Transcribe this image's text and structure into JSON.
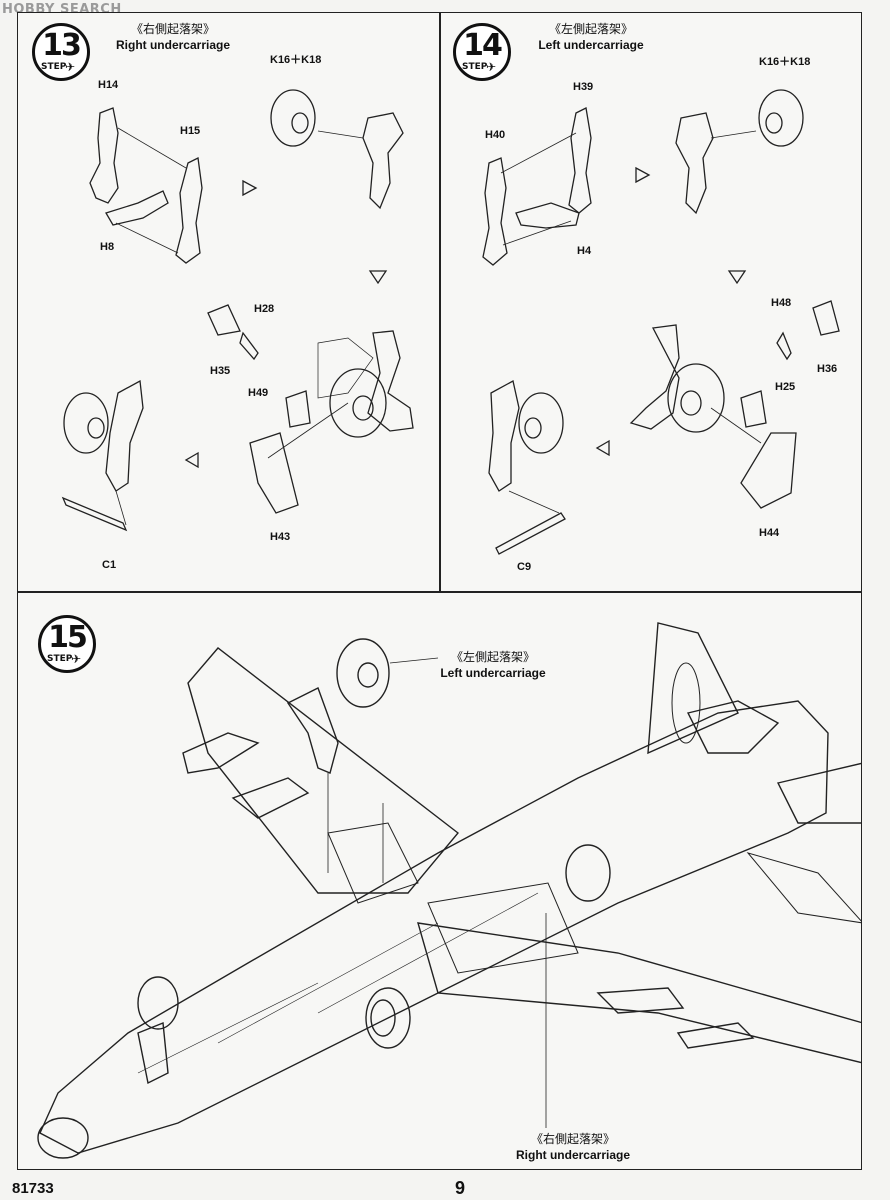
{
  "watermark": "HOBBY SEARCH",
  "steps": [
    {
      "number": "13",
      "word": "STEP",
      "caption_cn": "《右側起落架》",
      "caption_en": "Right undercarriage",
      "parts": [
        "H14",
        "H15",
        "H8",
        "K16＋K18",
        "H28",
        "H35",
        "H49",
        "H43",
        "C1"
      ]
    },
    {
      "number": "14",
      "word": "STEP",
      "caption_cn": "《左側起落架》",
      "caption_en": "Left undercarriage",
      "parts": [
        "H39",
        "H40",
        "H4",
        "K16＋K18",
        "H48",
        "H36",
        "H25",
        "H44",
        "C9"
      ]
    },
    {
      "number": "15",
      "word": "STEP",
      "callouts": [
        {
          "cn": "《左側起落架》",
          "en": "Left undercarriage"
        },
        {
          "cn": "《右側起落架》",
          "en": "Right undercarriage"
        }
      ]
    }
  ],
  "footer": {
    "code": "81733",
    "page": "9"
  }
}
